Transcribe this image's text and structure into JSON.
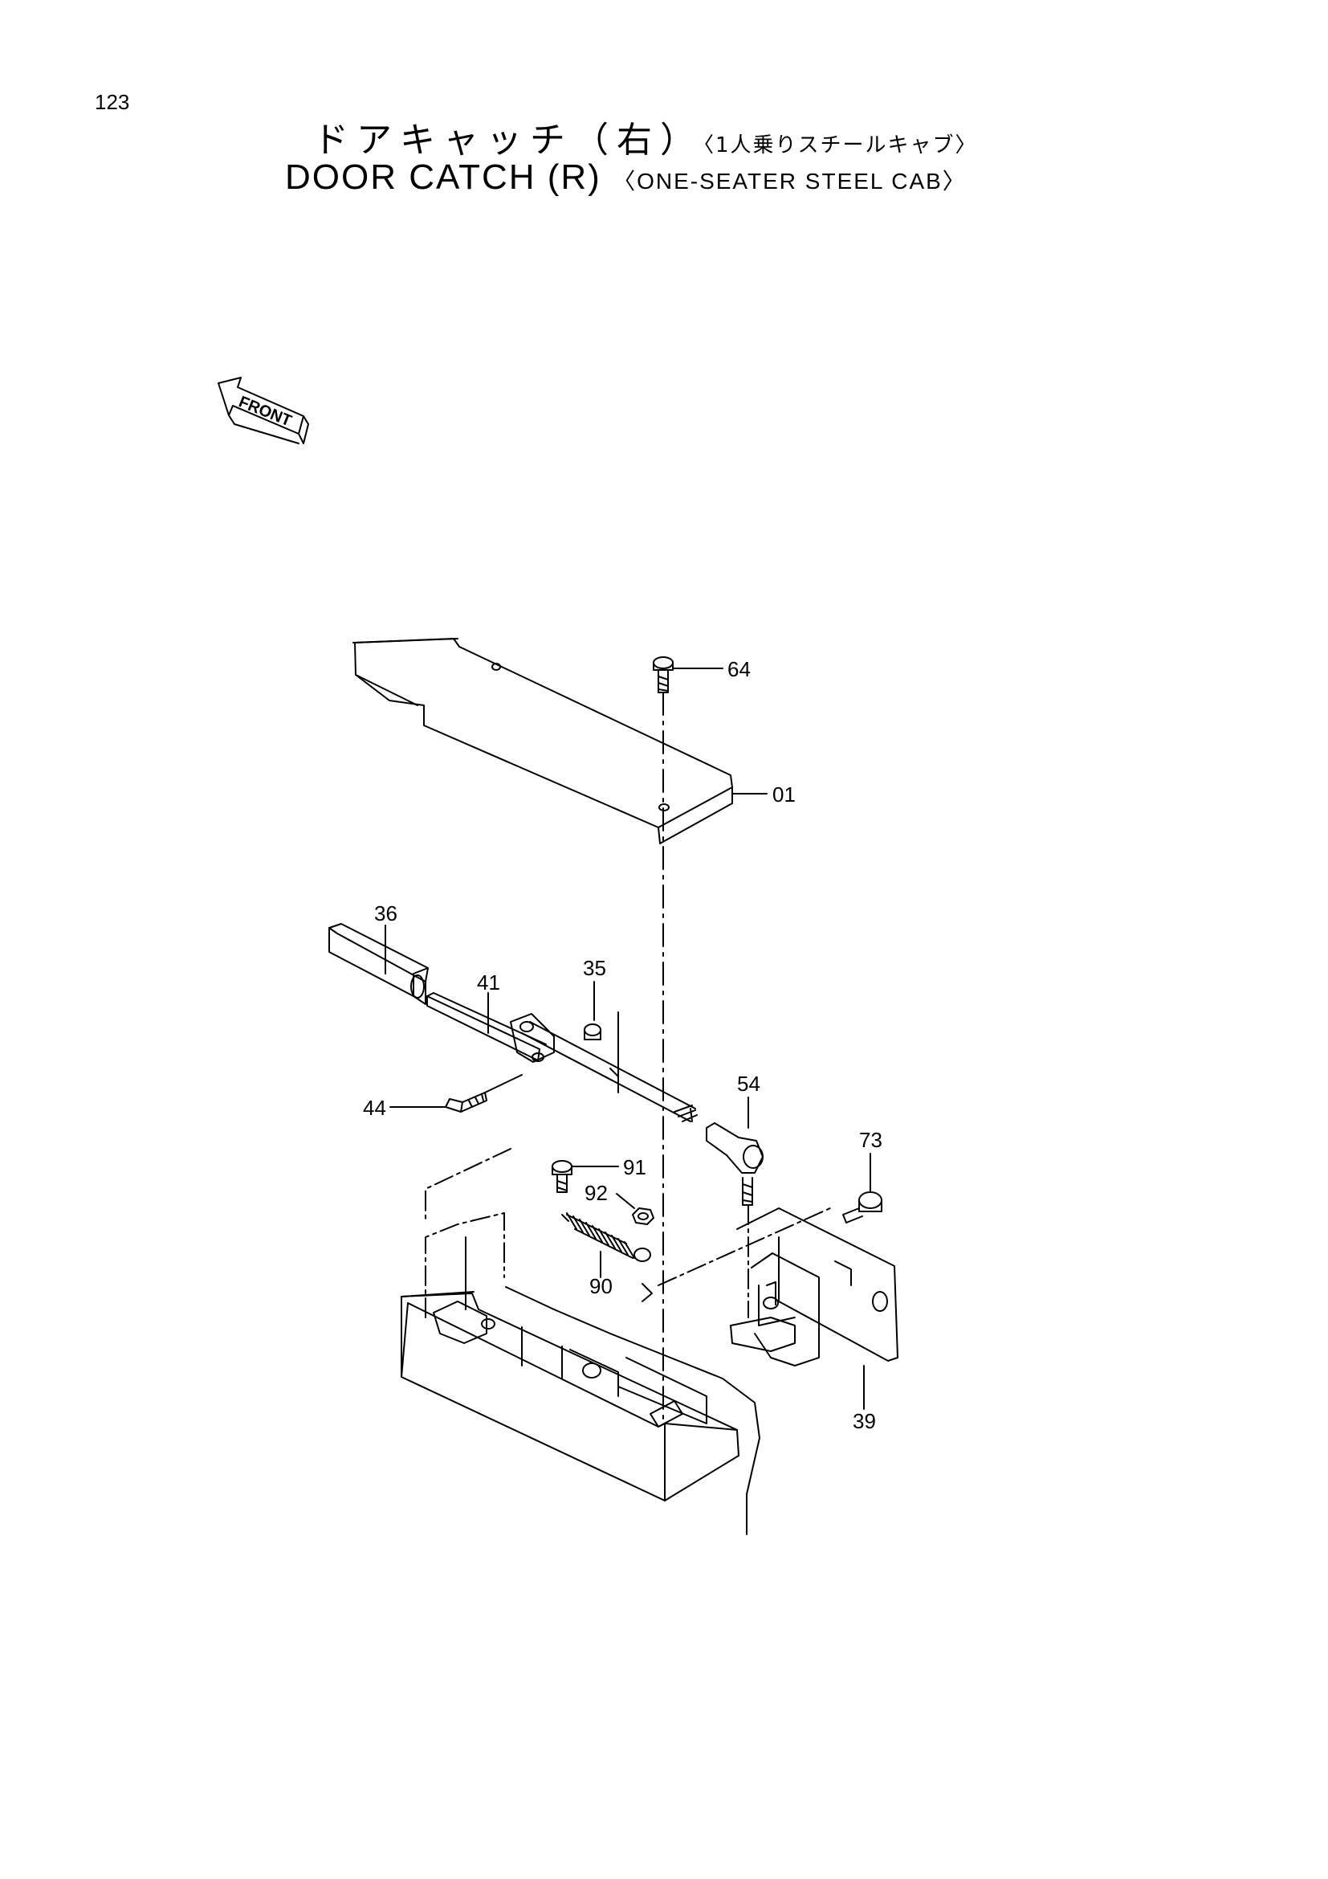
{
  "page_number": "123",
  "title_jp": "ドアキャッチ（右）",
  "title_jp_sub": "〈1人乗りスチールキャブ〉",
  "title_en": "DOOR CATCH (R)",
  "title_en_sub": "〈ONE-SEATER STEEL CAB〉",
  "front_arrow_label": "FRONT",
  "callouts": {
    "c64": "64",
    "c01": "01",
    "c36": "36",
    "c41": "41",
    "c35": "35",
    "c44": "44",
    "c54": "54",
    "c73": "73",
    "c91": "91",
    "c92": "92",
    "c90": "90",
    "c39": "39"
  }
}
